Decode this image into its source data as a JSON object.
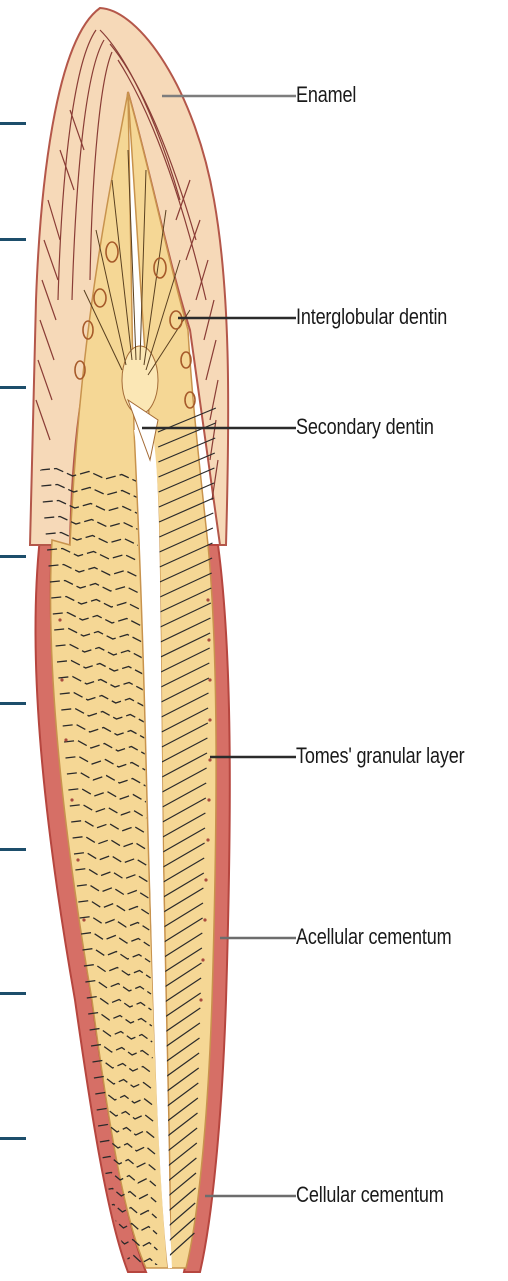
{
  "labels": {
    "enamel": "Enamel",
    "interglobular_dentin": "Interglobular dentin",
    "secondary_dentin": "Secondary dentin",
    "tomes_granular_layer": "Tomes' granular layer",
    "acellular_cementum": "Acellular cementum",
    "cellular_cementum": "Cellular cementum"
  },
  "colors": {
    "enamel": "#f6d9b8",
    "enamel_stroke": "#b4574a",
    "dentin": "#f5d795",
    "dentin_light": "#fbe7b5",
    "cementum": "#d66f66",
    "cementum_dark": "#b6463f",
    "leader": "#2b2b2b",
    "tick": "#1d4e6b"
  }
}
